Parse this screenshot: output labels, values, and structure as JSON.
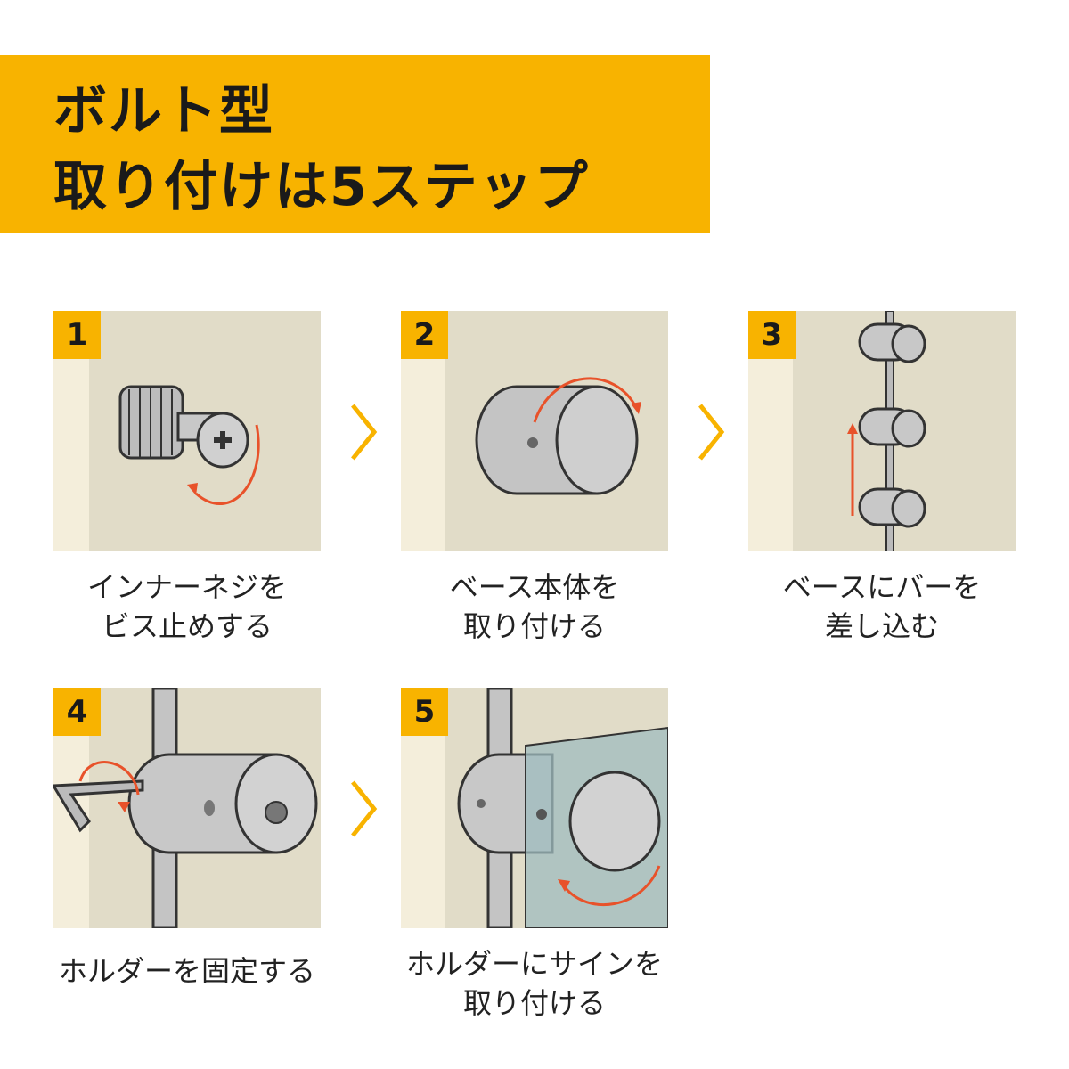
{
  "header": {
    "title_line1": "ボルト型",
    "title_line2": "取り付けは5ステップ"
  },
  "colors": {
    "accent": "#f8b300",
    "arrow": "#e8522a",
    "panel": "#e1dcc8"
  },
  "steps": [
    {
      "number": "1",
      "line1": "インナーネジを",
      "line2": "ビス止めする"
    },
    {
      "number": "2",
      "line1": "ベース本体を",
      "line2": "取り付ける"
    },
    {
      "number": "3",
      "line1": "ベースにバーを",
      "line2": "差し込む"
    },
    {
      "number": "4",
      "line1": "ホルダーを固定する",
      "line2": ""
    },
    {
      "number": "5",
      "line1": "ホルダーにサインを",
      "line2": "取り付ける"
    }
  ]
}
